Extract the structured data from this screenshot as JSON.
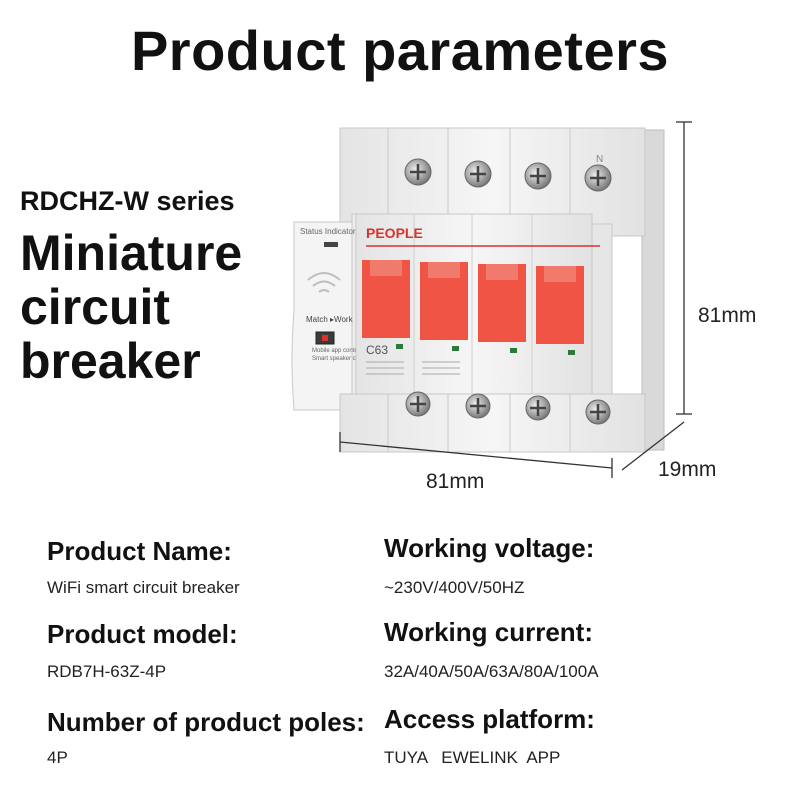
{
  "header": {
    "title": "Product parameters"
  },
  "product": {
    "series": "RDCHZ-W series",
    "name_lines": [
      "Miniature",
      "circuit",
      "breaker"
    ],
    "brand": "PEOPLE",
    "rating": "C63",
    "status_indicator": "Status Indicator",
    "match_label": "Match",
    "work_label": "Work",
    "mobile_control": "Mobile app control",
    "smart_control": "Smart speaker control",
    "pole_mark": "N",
    "colors": {
      "handle": "#ef5444",
      "body": "#f1f1f1",
      "brand": "#d9332b"
    }
  },
  "dimensions": {
    "height": "81mm",
    "width": "81mm",
    "depth": "19mm"
  },
  "specs": [
    {
      "label": "Product Name:",
      "value": "WiFi smart circuit breaker"
    },
    {
      "label": "Working voltage:",
      "value": "~230V/400V/50HZ"
    },
    {
      "label": "Product model:",
      "value": "RDB7H-63Z-4P"
    },
    {
      "label": "Working current:",
      "value": "32A/40A/50A/63A/80A/100A"
    },
    {
      "label": "Number of product poles:",
      "value": "4P"
    },
    {
      "label": "Access platform:",
      "value": "TUYA   EWELINK  APP"
    }
  ]
}
